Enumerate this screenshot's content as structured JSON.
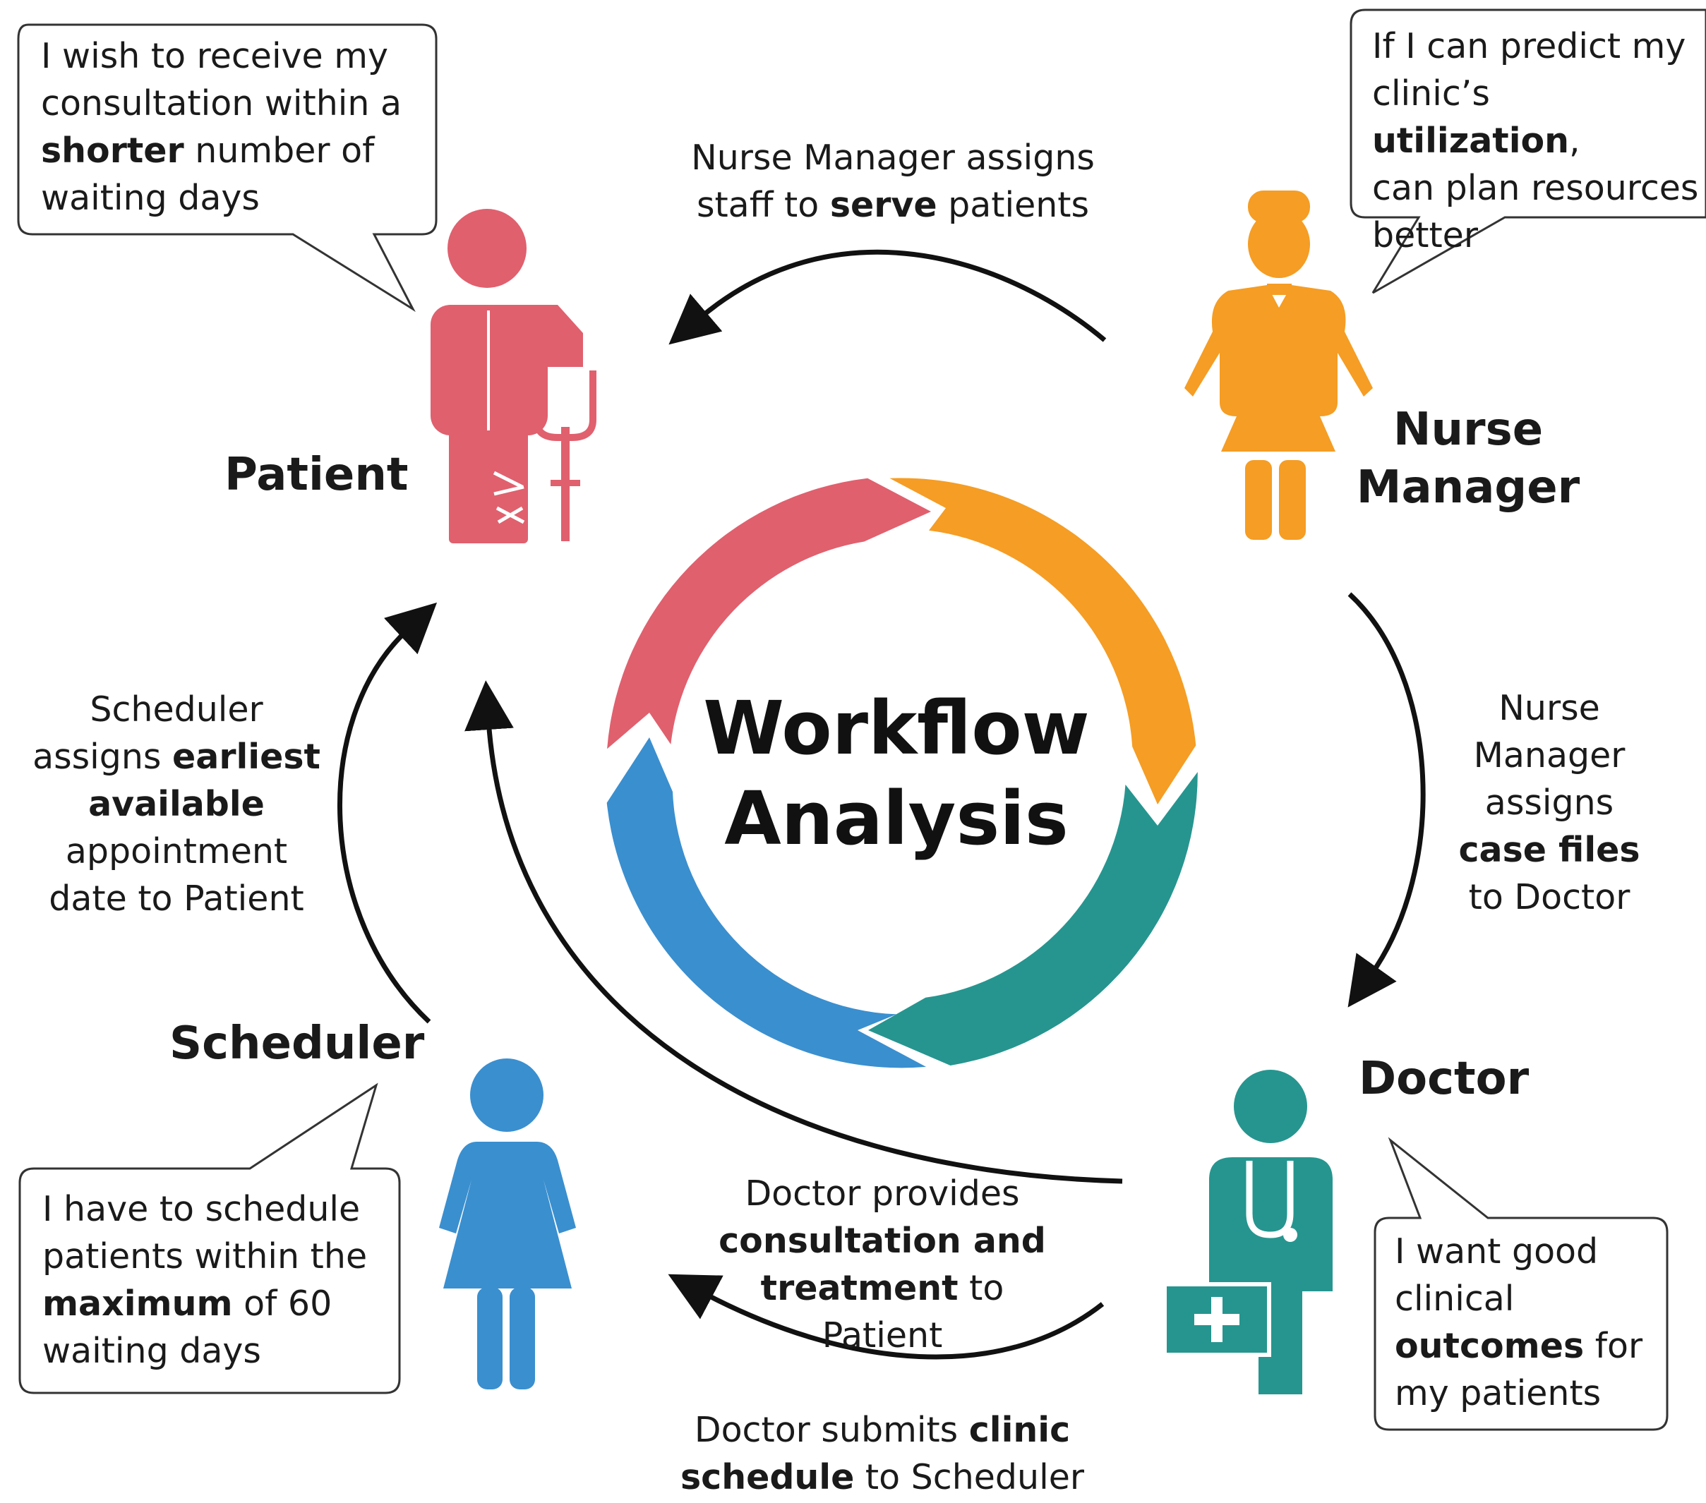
{
  "center": {
    "line1": "Workflow",
    "line2": "Analysis"
  },
  "colors": {
    "patient": "#e0606e",
    "nurse_manager": "#f59d24",
    "doctor": "#26958f",
    "scheduler": "#3a8fcf",
    "arrow": "#111111"
  },
  "roles": {
    "patient": "Patient",
    "nurse_line1": "Nurse",
    "nurse_line2": "Manager",
    "doctor": "Doctor",
    "scheduler": "Scheduler"
  },
  "icons": {
    "patient": "patient-with-crutch-icon",
    "nurse_manager": "nurse-icon",
    "doctor": "doctor-with-medical-bag-icon",
    "scheduler": "woman-icon"
  },
  "speech": {
    "patient": {
      "l1": "I wish to receive my",
      "l2": "consultation within a",
      "l3_bold": "shorter",
      "l3_rest": " number of",
      "l4": "waiting days"
    },
    "nurse": {
      "l1": "If I can predict my",
      "l2_pre": "clinic’s ",
      "l2_bold": "utilization",
      "l2_post": ",",
      "l3": "can plan resources",
      "l4": "better"
    },
    "doctor": {
      "l1": "I want good",
      "l2": "clinical",
      "l3_bold": "outcomes",
      "l3_rest": " for",
      "l4": "my patients"
    },
    "scheduler": {
      "l1": "I have to schedule",
      "l2": "patients within the",
      "l3_bold": "maximum",
      "l3_rest": " of 60",
      "l4": "waiting days"
    }
  },
  "flows": {
    "nurse_to_patient": {
      "l1": "Nurse Manager assigns",
      "l2_pre": "staff to ",
      "l2_bold": "serve",
      "l2_post": " patients"
    },
    "nurse_to_doctor": {
      "l1": "Nurse",
      "l2": "Manager",
      "l3": "assigns",
      "l4_bold": "case files",
      "l5": "to Doctor"
    },
    "doctor_to_patient": {
      "l1": "Doctor provides",
      "l2_bold": "consultation and",
      "l3_bold": "treatment",
      "l3_rest": " to",
      "l4": "Patient"
    },
    "doctor_to_scheduler": {
      "l1_pre": "Doctor submits ",
      "l1_bold": "clinic",
      "l2_bold": "schedule",
      "l2_rest": " to Scheduler"
    },
    "scheduler_to_patient": {
      "l1": "Scheduler",
      "l2_pre": "assigns ",
      "l2_bold": "earliest",
      "l3_bold": "available",
      "l4": "appointment",
      "l5": "date to Patient"
    }
  }
}
